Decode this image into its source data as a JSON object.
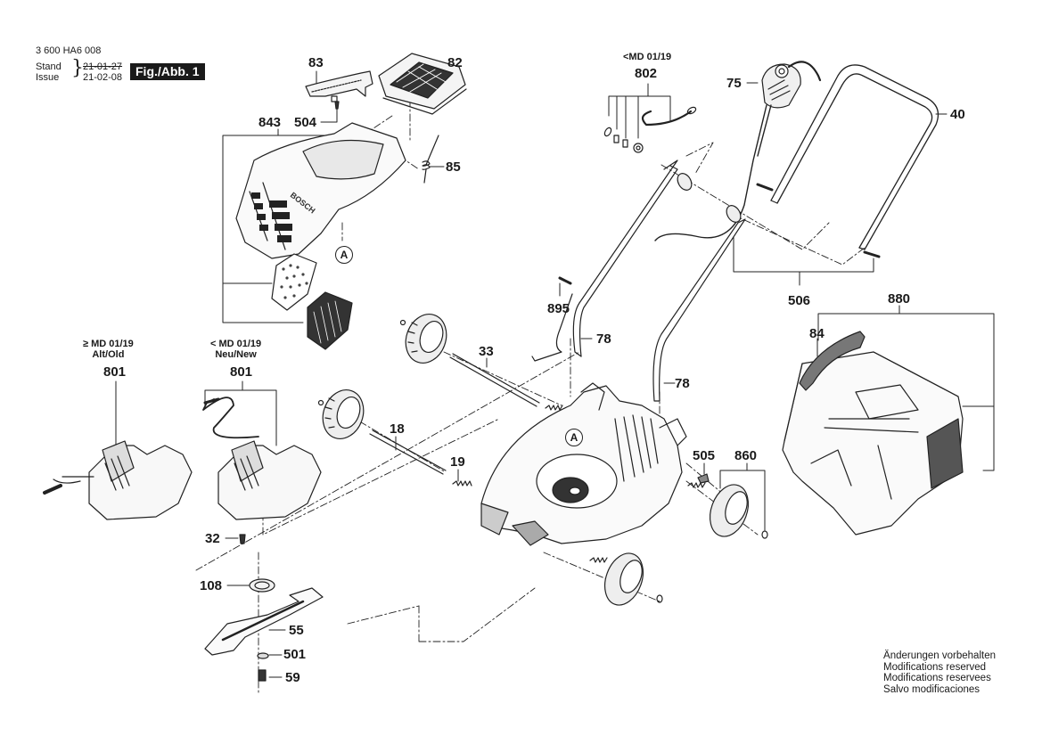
{
  "header": {
    "doc_number": "3 600 HA6 008",
    "stand_label": "Stand",
    "issue_label": "Issue",
    "stand_date": "21-01-27",
    "issue_date": "21-02-08",
    "figure_badge": "Fig./Abb. 1"
  },
  "variant_notes": {
    "part_802_note": "<MD 01/19",
    "part_801_old_note": "≥ MD 01/19",
    "part_801_old_sub": "Alt/Old",
    "part_801_new_note": "< MD 01/19",
    "part_801_new_sub": "Neu/New"
  },
  "callouts": {
    "p83": "83",
    "p82": "82",
    "p843": "843",
    "p504": "504",
    "p85": "85",
    "p802": "802",
    "p75": "75",
    "p40": "40",
    "p895": "895",
    "p78a": "78",
    "p78b": "78",
    "p506": "506",
    "p880": "880",
    "p84": "84",
    "p801_old": "801",
    "p801_new": "801",
    "p33": "33",
    "p18": "18",
    "p19": "19",
    "p505": "505",
    "p860": "860",
    "p32": "32",
    "p108": "108",
    "p55": "55",
    "p501": "501",
    "p59": "59"
  },
  "markers": {
    "ref_a_top": "A",
    "ref_a_deck": "A"
  },
  "footer": {
    "lines": [
      "Änderungen vorbehalten",
      "Modifications reserved",
      "Modifications reservees",
      "Salvo modificaciones"
    ]
  }
}
